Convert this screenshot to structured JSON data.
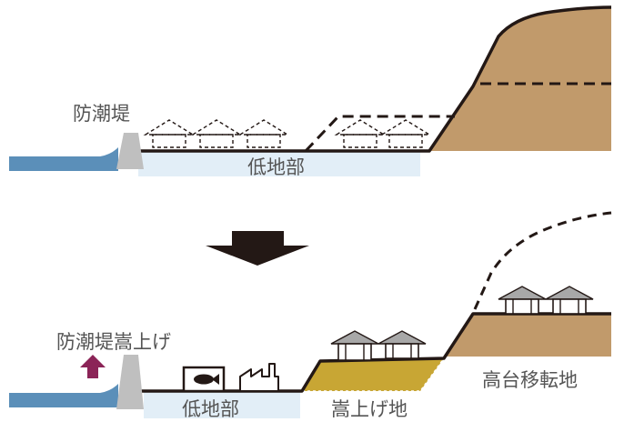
{
  "labels": {
    "seawall": "防潮堤",
    "lowland_top": "低地部",
    "seawall_raise": "防潮堤嵩上げ",
    "lowland_bottom": "低地部",
    "raised_land": "嵩上げ地",
    "highland_relocation": "高台移転地"
  },
  "colors": {
    "sea": "#5b8fb9",
    "seawall": "#bfbfbf",
    "lowland": "#e2eef7",
    "hill": "#c19a6b",
    "raised_fill": "#c8a634",
    "arrow_main": "#231815",
    "arrow_up": "#8b2457",
    "roof": "#a8a8a8",
    "text": "#555555"
  }
}
